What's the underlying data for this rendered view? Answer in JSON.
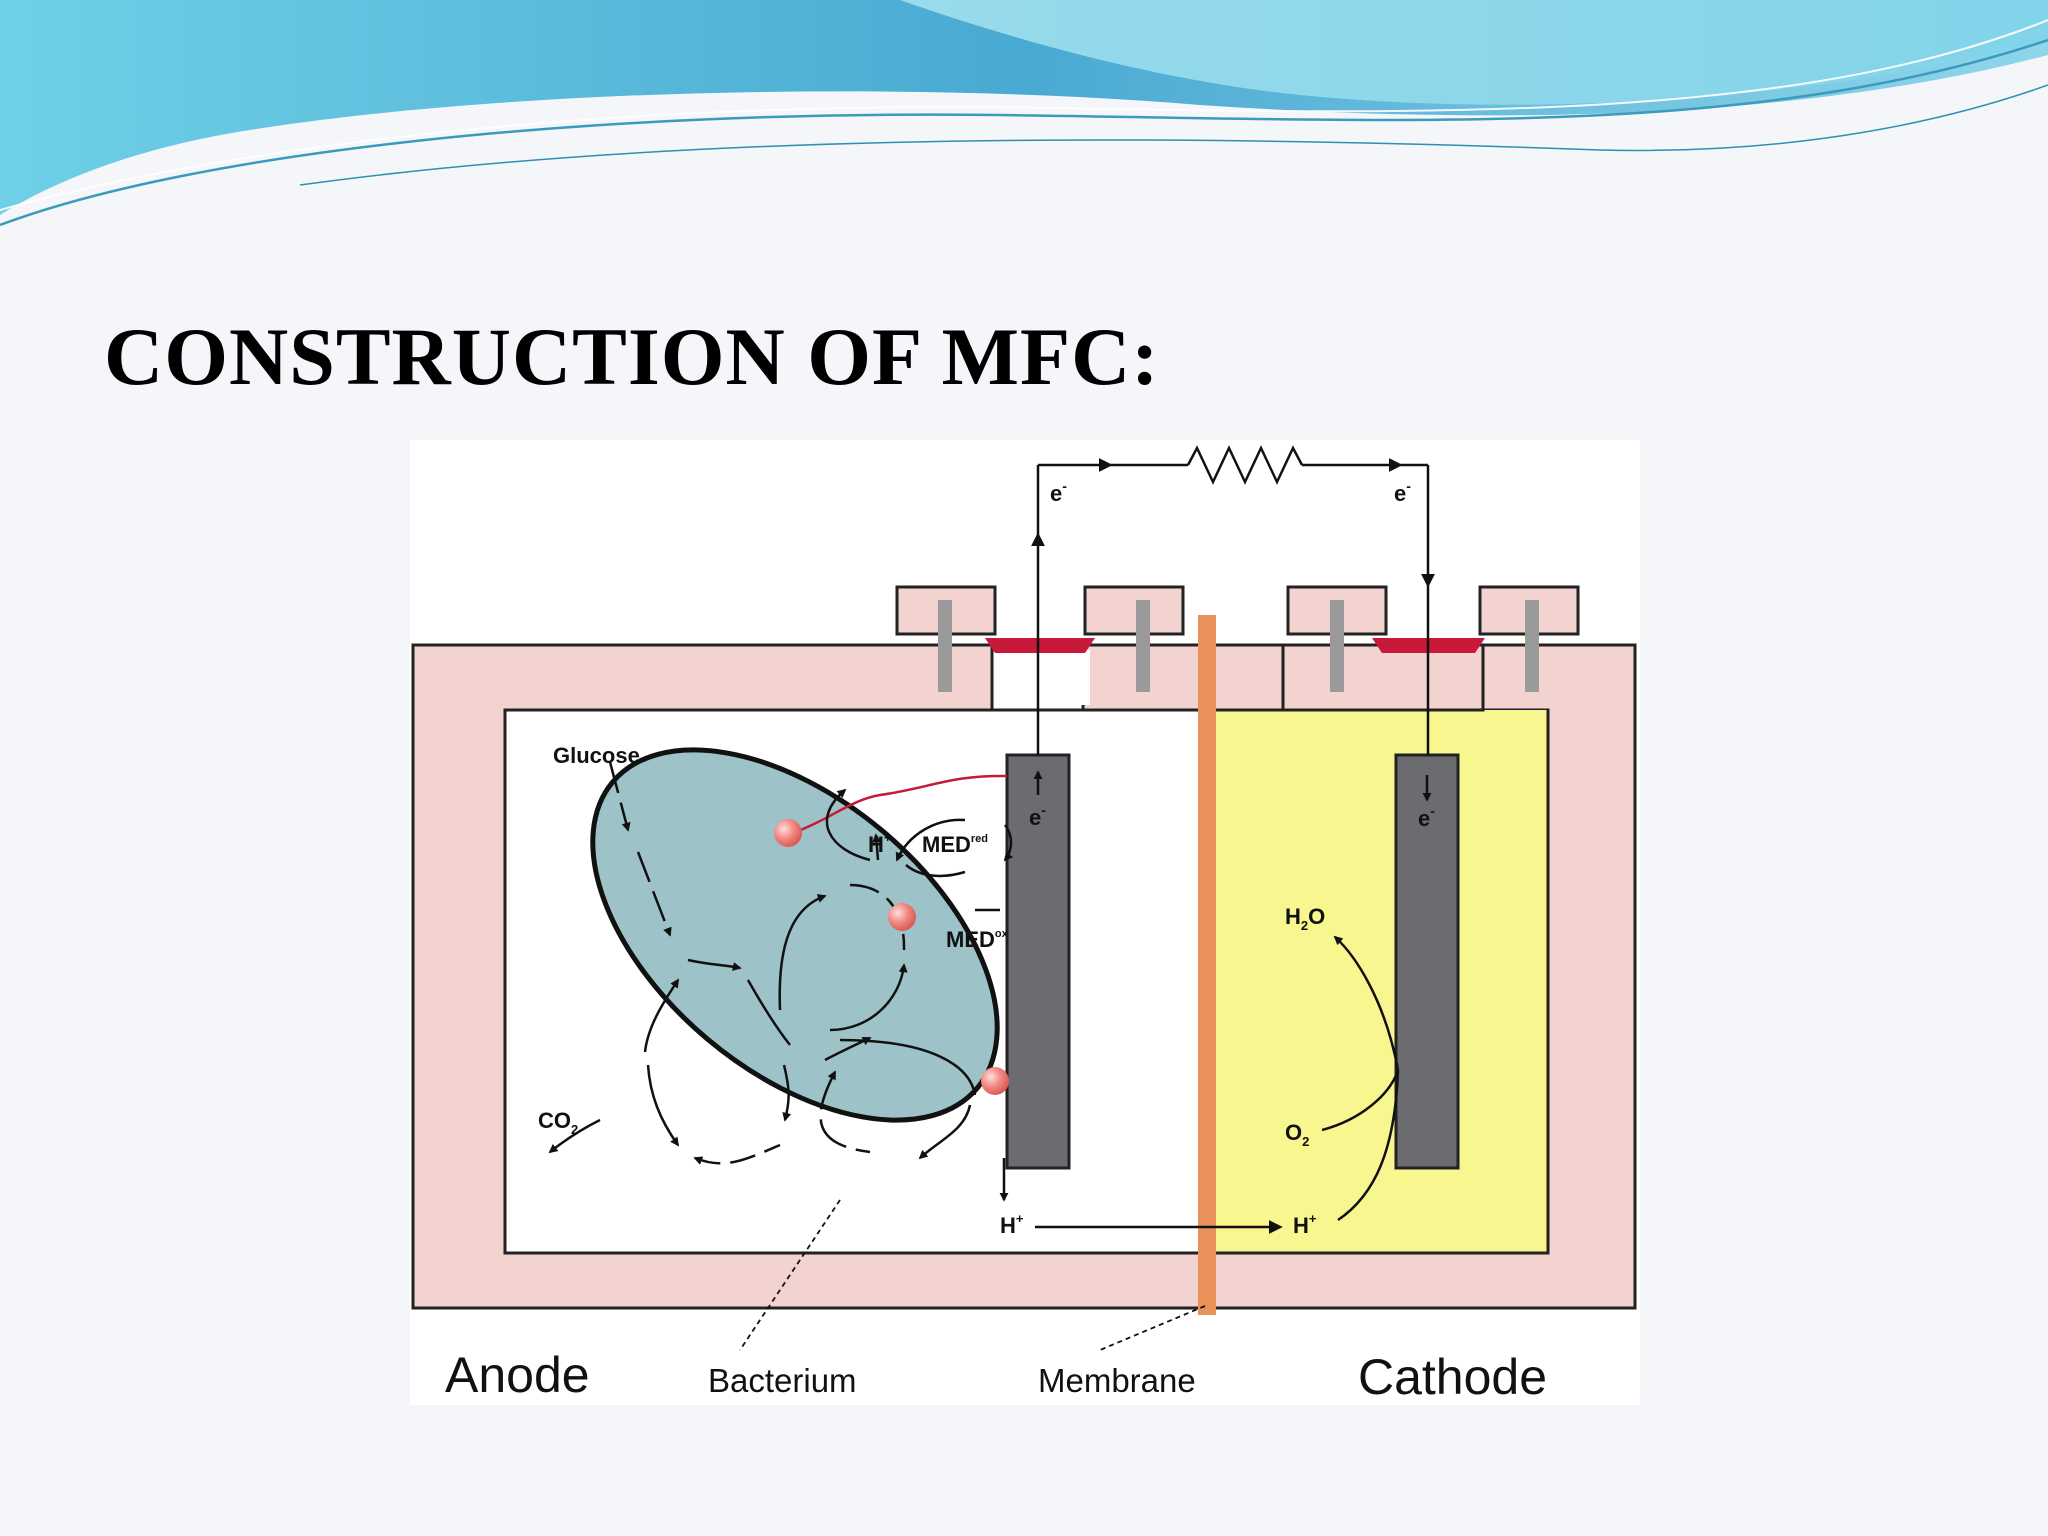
{
  "slide": {
    "title": "CONSTRUCTION OF MFC:"
  },
  "diagram": {
    "electron_top_left": "e",
    "electron_top_right": "e",
    "electron_anode": "e",
    "electron_cathode": "e",
    "electron_superscript": "-",
    "glucose": "Glucose",
    "proton_top": "H",
    "proton_superscript": "+",
    "mediator": "MED",
    "mediator_red": "red",
    "mediator_ox": "ox",
    "co2": "CO",
    "co2_sub": "2",
    "water": "H",
    "water_sub": "2",
    "water_end": "O",
    "oxygen": "O",
    "oxygen_sub": "2",
    "proton_anode": "H",
    "proton_cathode": "H",
    "caption_anode": "Anode",
    "caption_bacterium": "Bacterium",
    "caption_membrane": "Membrane",
    "caption_cathode": "Cathode"
  },
  "colors": {
    "chamber_wall": "#f2d3d0",
    "cathode_solution": "#f8f68e",
    "bacterium": "#9dc3c8",
    "electrode": "#6b6b70",
    "membrane": "#e8925a",
    "seal": "#c8193a",
    "wave_blue": "#5bb8d8"
  }
}
